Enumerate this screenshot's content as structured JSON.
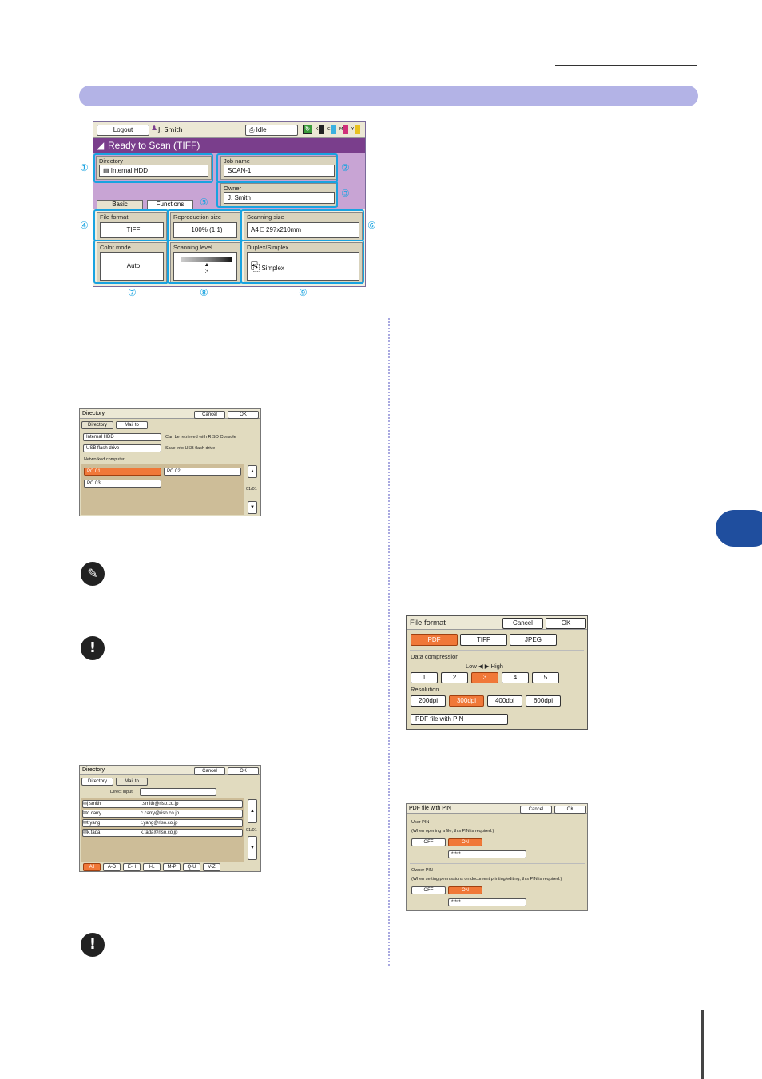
{
  "page": {
    "numbers": [
      "①",
      "②",
      "③",
      "④",
      "⑤",
      "⑥",
      "⑦",
      "⑧",
      "⑨"
    ]
  },
  "main_screen": {
    "logout": "Logout",
    "user": "J. Smith",
    "status": "Idle",
    "ink_labels": [
      "K",
      "C",
      "M",
      "Y"
    ],
    "title": "Ready to Scan (TIFF)",
    "directory_label": "Directory",
    "directory_value": "Internal HDD",
    "jobname_label": "Job name",
    "jobname_value": "SCAN-1",
    "owner_label": "Owner",
    "owner_value": "J. Smith",
    "tab_basic": "Basic",
    "tab_functions": "Functions",
    "fileformat_label": "File format",
    "fileformat_value": "TIFF",
    "repro_label": "Reproduction size",
    "repro_value": "100% (1:1)",
    "scansize_label": "Scanning size",
    "scansize_value": "A4 ⎕ 297x210mm",
    "colormode_label": "Color mode",
    "colormode_value": "Auto",
    "scanlevel_label": "Scanning level",
    "scanlevel_value": "3",
    "duplex_label": "Duplex/Simplex",
    "duplex_value": "Simplex"
  },
  "dir_dialog": {
    "title": "Directory",
    "cancel": "Cancel",
    "ok": "OK",
    "tab_directory": "Directory",
    "tab_mailto": "Mail to",
    "internal_hdd": "Internal HDD",
    "internal_desc": "Can be retrieved with RISO Console",
    "usb": "USB flash drive",
    "usb_desc": "Save into USB flash drive",
    "networked": "Networked computer",
    "pc01": "PC 01",
    "pc02": "PC 02",
    "pc03": "PC 03",
    "page": "01/01"
  },
  "mail_dialog": {
    "title": "Directory",
    "cancel": "Cancel",
    "ok": "OK",
    "tab_directory": "Directory",
    "tab_mailto": "Mail to",
    "direct_input": "Direct input",
    "rows": [
      {
        "name": "j.smith",
        "email": "j.smith@riso.co.jp"
      },
      {
        "name": "c.carry",
        "email": "c.carry@riso.co.jp"
      },
      {
        "name": "t.yang",
        "email": "t.yang@riso.co.jp"
      },
      {
        "name": "k.tada",
        "email": "k.tada@riso.co.jp"
      }
    ],
    "page": "01/01",
    "filters": [
      "All",
      "A-D",
      "E-H",
      "I-L",
      "M-P",
      "Q-U",
      "V-Z"
    ]
  },
  "fileformat_dialog": {
    "title": "File format",
    "cancel": "Cancel",
    "ok": "OK",
    "formats": [
      "PDF",
      "TIFF",
      "JPEG"
    ],
    "compression_label": "Data compression",
    "lowhigh": "Low ◀ ▶ High",
    "levels": [
      "1",
      "2",
      "3",
      "4",
      "5"
    ],
    "resolution_label": "Resolution",
    "resolutions": [
      "200dpi",
      "300dpi",
      "400dpi",
      "600dpi"
    ],
    "pin_button": "PDF file with PIN"
  },
  "pin_dialog": {
    "title": "PDF file with PIN",
    "cancel": "Cancel",
    "ok": "OK",
    "user_pin": "User PIN",
    "user_desc": "(When opening a file, this PIN is required.)",
    "off": "OFF",
    "on": "ON",
    "masked": "*****",
    "owner_pin": "Owner PIN",
    "owner_desc": "(When setting permissions on document printing/editing, this PIN is required.)"
  },
  "colors": {
    "banner": "#b3b3e6",
    "side_tab": "#1f4e9e",
    "highlight": "#19a3e0",
    "title_bar": "#7a3e8c",
    "selected": "#f07838"
  }
}
